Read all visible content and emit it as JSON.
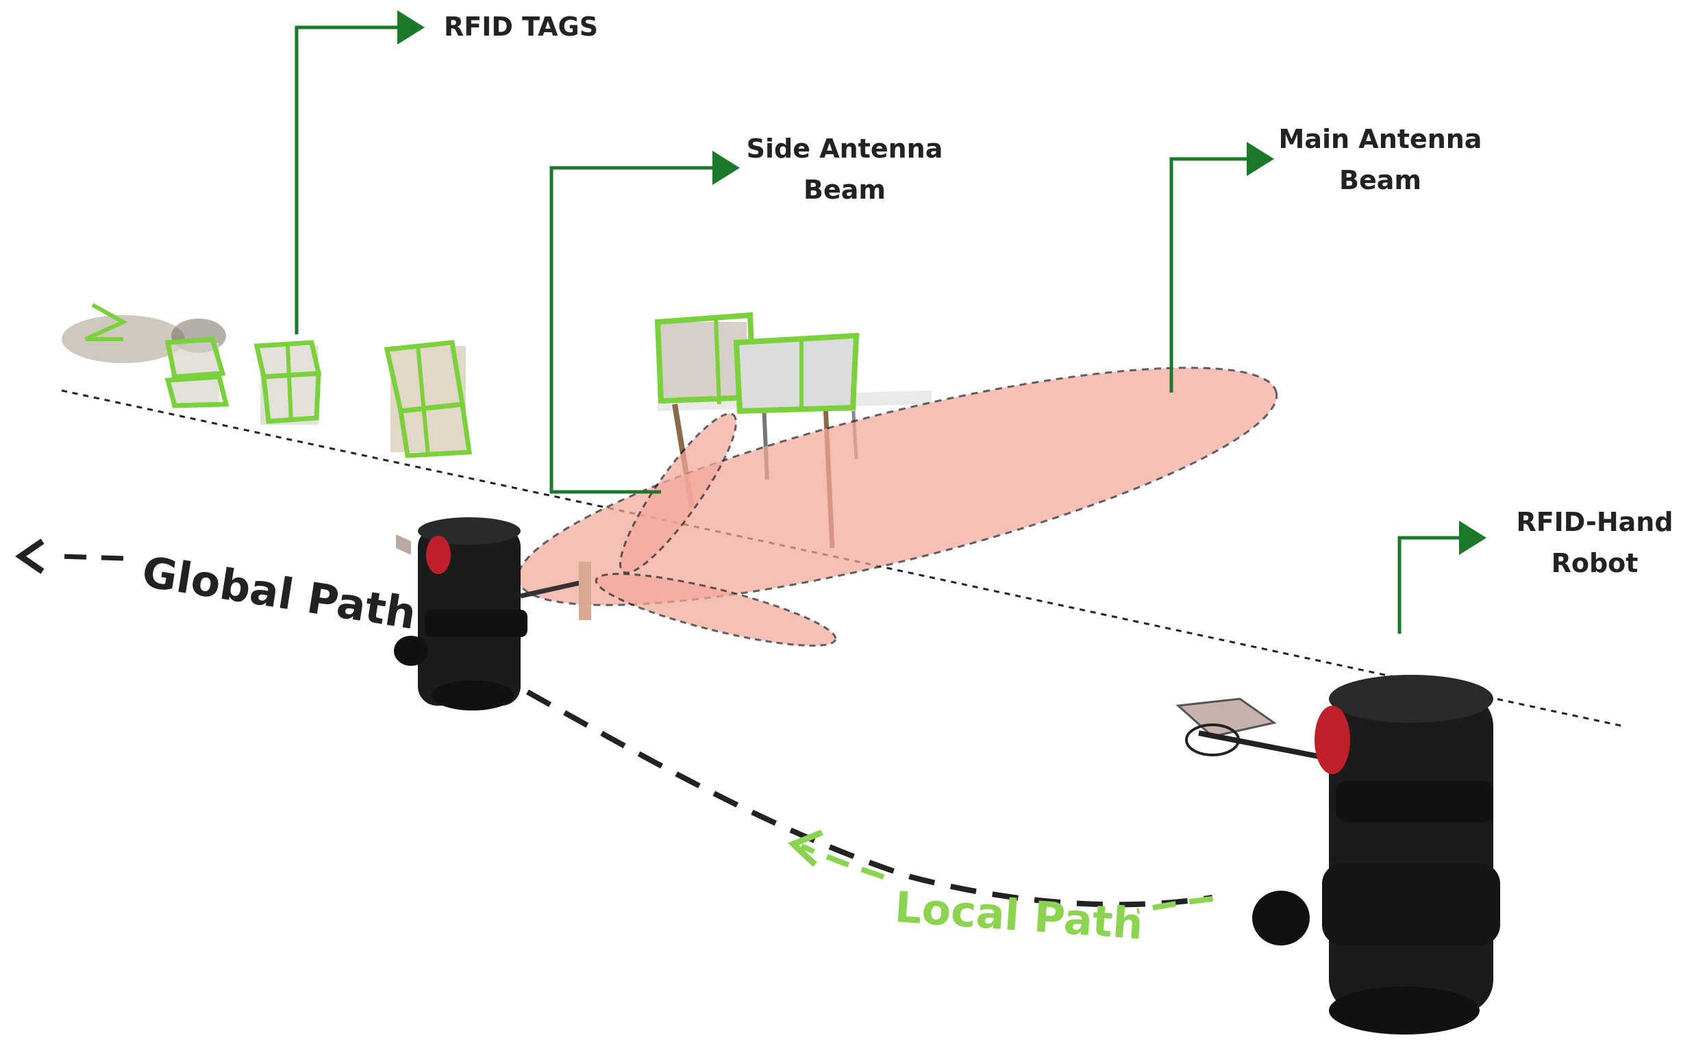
{
  "labels": {
    "rfid_tags": "RFID TAGS",
    "side_antenna_line1": "Side Antenna",
    "side_antenna_line2": "Beam",
    "main_antenna_line1": "Main Antenna",
    "main_antenna_line2": "Beam",
    "robot_line1": "RFID-Hand",
    "robot_line2": "Robot",
    "global_path": "Global Path",
    "local_path": "Local Path"
  },
  "colors": {
    "callout_green": "#1a7a2a",
    "tag_box_green": "#7bd13c",
    "beam_fill": "#f5a89a",
    "local_path_green": "#8cd44f",
    "global_path_dark": "#222222",
    "robot_body": "#1b1b1b",
    "robot_accent": "#c0202a"
  }
}
